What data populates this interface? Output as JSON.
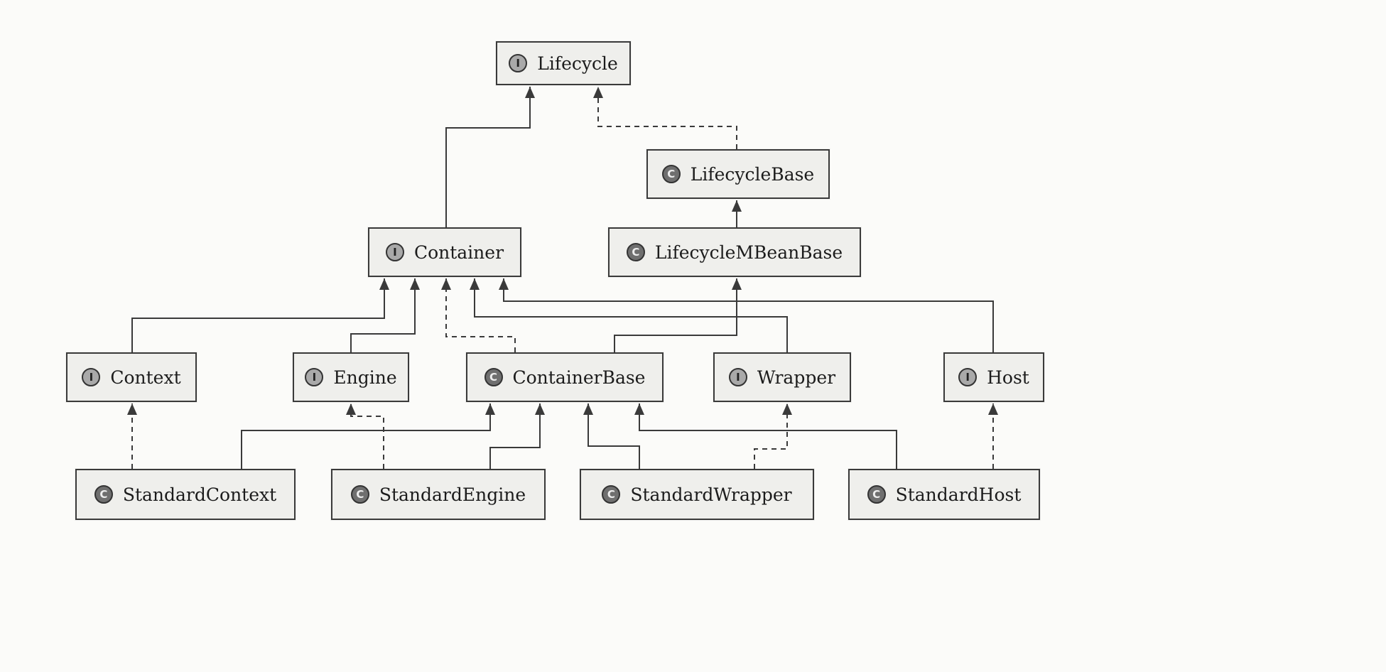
{
  "nodes": {
    "lifecycle": {
      "label": "Lifecycle",
      "kind": "interface",
      "badge": "I"
    },
    "lifecycle_base": {
      "label": "LifecycleBase",
      "kind": "class",
      "badge": "C"
    },
    "container": {
      "label": "Container",
      "kind": "interface",
      "badge": "I"
    },
    "lifecycle_mbean_base": {
      "label": "LifecycleMBeanBase",
      "kind": "class",
      "badge": "C"
    },
    "context": {
      "label": "Context",
      "kind": "interface",
      "badge": "I"
    },
    "engine": {
      "label": "Engine",
      "kind": "interface",
      "badge": "I"
    },
    "container_base": {
      "label": "ContainerBase",
      "kind": "class",
      "badge": "C"
    },
    "wrapper": {
      "label": "Wrapper",
      "kind": "interface",
      "badge": "I"
    },
    "host": {
      "label": "Host",
      "kind": "interface",
      "badge": "I"
    },
    "standard_context": {
      "label": "StandardContext",
      "kind": "class",
      "badge": "C"
    },
    "standard_engine": {
      "label": "StandardEngine",
      "kind": "class",
      "badge": "C"
    },
    "standard_wrapper": {
      "label": "StandardWrapper",
      "kind": "class",
      "badge": "C"
    },
    "standard_host": {
      "label": "StandardHost",
      "kind": "class",
      "badge": "C"
    }
  },
  "relations": [
    {
      "from": "container",
      "to": "lifecycle",
      "type": "extends"
    },
    {
      "from": "lifecycle_base",
      "to": "lifecycle",
      "type": "implements"
    },
    {
      "from": "lifecycle_mbean_base",
      "to": "lifecycle_base",
      "type": "extends"
    },
    {
      "from": "context",
      "to": "container",
      "type": "extends"
    },
    {
      "from": "engine",
      "to": "container",
      "type": "extends"
    },
    {
      "from": "container_base",
      "to": "container",
      "type": "implements"
    },
    {
      "from": "wrapper",
      "to": "container",
      "type": "extends"
    },
    {
      "from": "host",
      "to": "container",
      "type": "extends"
    },
    {
      "from": "container_base",
      "to": "lifecycle_mbean_base",
      "type": "extends"
    },
    {
      "from": "standard_context",
      "to": "context",
      "type": "implements"
    },
    {
      "from": "standard_context",
      "to": "container_base",
      "type": "extends"
    },
    {
      "from": "standard_engine",
      "to": "engine",
      "type": "implements"
    },
    {
      "from": "standard_engine",
      "to": "container_base",
      "type": "extends"
    },
    {
      "from": "standard_wrapper",
      "to": "container_base",
      "type": "extends"
    },
    {
      "from": "standard_wrapper",
      "to": "wrapper",
      "type": "implements"
    },
    {
      "from": "standard_host",
      "to": "container_base",
      "type": "extends"
    },
    {
      "from": "standard_host",
      "to": "host",
      "type": "implements"
    }
  ],
  "colors": {
    "line": "#3a3a3a",
    "box_fill": "#efefec",
    "interface_badge": "#a9a9a9",
    "class_badge": "#6f6f6f"
  }
}
